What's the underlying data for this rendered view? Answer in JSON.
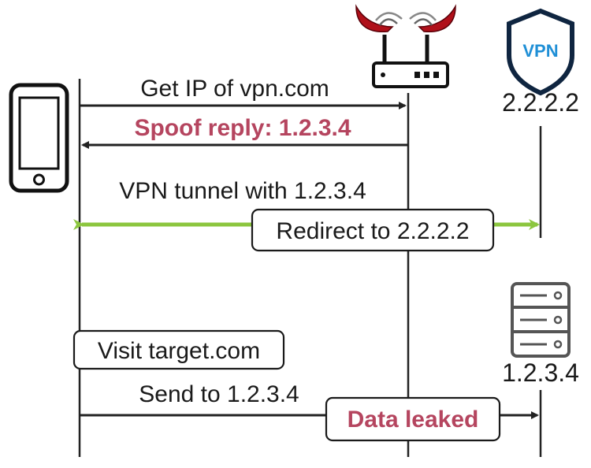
{
  "entities": {
    "vpn_badge_text": "VPN",
    "vpn_ip": "2.2.2.2",
    "server_ip": "1.2.3.4"
  },
  "messages": {
    "get_ip": "Get IP of vpn.com",
    "spoof_reply": "Spoof reply: 1.2.3.4",
    "vpn_tunnel": "VPN tunnel with 1.2.3.4",
    "redirect": "Redirect to 2.2.2.2",
    "visit": "Visit target.com",
    "send_to": "Send to 1.2.3.4",
    "data_leaked": "Data leaked"
  },
  "colors": {
    "highlight_red": "#b5455f",
    "tunnel_green": "#8cc63f",
    "vpn_blue": "#1f8fd6",
    "devil_red": "#b0101a"
  }
}
